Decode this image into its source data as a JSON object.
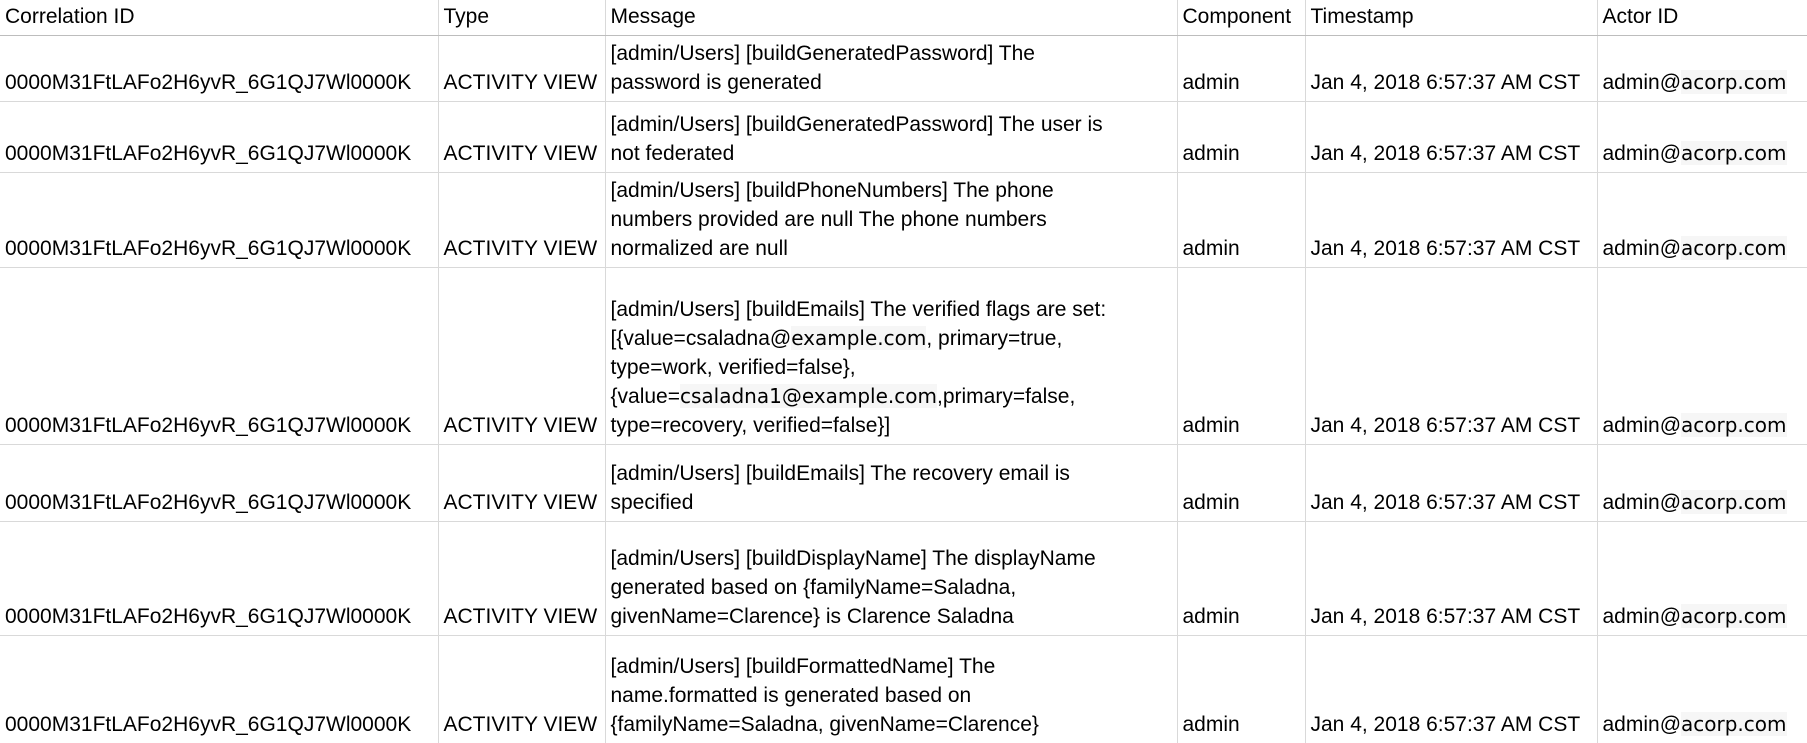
{
  "table": {
    "columns": [
      {
        "id": "correlation_id",
        "label": "Correlation ID"
      },
      {
        "id": "type",
        "label": "Type"
      },
      {
        "id": "message",
        "label": "Message"
      },
      {
        "id": "component",
        "label": "Component"
      },
      {
        "id": "timestamp",
        "label": "Timestamp"
      },
      {
        "id": "actor_id",
        "label": "Actor ID"
      }
    ],
    "rows": [
      {
        "correlation_id": "0000M31FtLAFo2H6yvR_6G1QJ7Wl0000K",
        "type": "ACTIVITY VIEW",
        "message_lines": [
          [
            {
              "text": "[admin/Users] [buildGeneratedPassword] The"
            }
          ],
          [
            {
              "text": "password is generated"
            }
          ]
        ],
        "component": "admin",
        "timestamp": "Jan 4, 2018 6:57:37 AM CST",
        "actor_id": [
          {
            "text": "admin@"
          },
          {
            "text": "acorp.com",
            "redacted": true
          }
        ]
      },
      {
        "correlation_id": "0000M31FtLAFo2H6yvR_6G1QJ7Wl0000K",
        "type": "ACTIVITY VIEW",
        "message_lines": [
          [
            {
              "text": "[admin/Users] [buildGeneratedPassword] The user is"
            }
          ],
          [
            {
              "text": "not federated"
            }
          ]
        ],
        "component": "admin",
        "timestamp": "Jan 4, 2018 6:57:37 AM CST",
        "actor_id": [
          {
            "text": "admin@"
          },
          {
            "text": "acorp.com",
            "redacted": true
          }
        ]
      },
      {
        "correlation_id": "0000M31FtLAFo2H6yvR_6G1QJ7Wl0000K",
        "type": "ACTIVITY VIEW",
        "message_lines": [
          [
            {
              "text": "[admin/Users] [buildPhoneNumbers] The phone"
            }
          ],
          [
            {
              "text": "numbers provided are null The phone numbers"
            }
          ],
          [
            {
              "text": "normalized are null"
            }
          ]
        ],
        "component": "admin",
        "timestamp": "Jan 4, 2018 6:57:37 AM CST",
        "actor_id": [
          {
            "text": "admin@"
          },
          {
            "text": "acorp.com",
            "redacted": true
          }
        ]
      },
      {
        "correlation_id": "0000M31FtLAFo2H6yvR_6G1QJ7Wl0000K",
        "type": "ACTIVITY VIEW",
        "message_lines": [
          [
            {
              "text": "[admin/Users] [buildEmails] The verified flags are set:"
            }
          ],
          [
            {
              "text": "[{value=csaladna@"
            },
            {
              "text": "example.com",
              "redacted": true
            },
            {
              "text": ", primary=true,"
            }
          ],
          [
            {
              "text": "type=work, verified=false},"
            }
          ],
          [
            {
              "text": "{value="
            },
            {
              "text": "csaladna1@example.com",
              "redacted": true
            },
            {
              "text": ",primary=false,"
            }
          ],
          [
            {
              "text": "type=recovery, verified=false}]"
            }
          ]
        ],
        "component": "admin",
        "timestamp": "Jan 4, 2018 6:57:37 AM CST",
        "actor_id": [
          {
            "text": "admin@"
          },
          {
            "text": "acorp.com",
            "redacted": true
          }
        ]
      },
      {
        "correlation_id": "0000M31FtLAFo2H6yvR_6G1QJ7Wl0000K",
        "type": "ACTIVITY VIEW",
        "message_lines": [
          [
            {
              "text": "[admin/Users] [buildEmails] The recovery email is"
            }
          ],
          [
            {
              "text": "specified"
            }
          ]
        ],
        "component": "admin",
        "timestamp": "Jan 4, 2018 6:57:37 AM CST",
        "actor_id": [
          {
            "text": "admin@"
          },
          {
            "text": "acorp.com",
            "redacted": true
          }
        ]
      },
      {
        "correlation_id": "0000M31FtLAFo2H6yvR_6G1QJ7Wl0000K",
        "type": "ACTIVITY VIEW",
        "message_lines": [
          [
            {
              "text": "[admin/Users] [buildDisplayName] The displayName"
            }
          ],
          [
            {
              "text": "generated based on {familyName=Saladna,"
            }
          ],
          [
            {
              "text": "givenName=Clarence} is Clarence Saladna"
            }
          ]
        ],
        "component": "admin",
        "timestamp": "Jan 4, 2018 6:57:37 AM CST",
        "actor_id": [
          {
            "text": "admin@"
          },
          {
            "text": "acorp.com",
            "redacted": true
          }
        ]
      },
      {
        "correlation_id": "0000M31FtLAFo2H6yvR_6G1QJ7Wl0000K",
        "type": "ACTIVITY VIEW",
        "message_lines": [
          [
            {
              "text": "[admin/Users] [buildFormattedName] The"
            }
          ],
          [
            {
              "text": "name.formatted is generated based on"
            }
          ],
          [
            {
              "text": "{familyName=Saladna, givenName=Clarence}"
            }
          ]
        ],
        "component": "admin",
        "timestamp": "Jan 4, 2018 6:57:37 AM CST",
        "actor_id": [
          {
            "text": "admin@"
          },
          {
            "text": "acorp.com",
            "redacted": true
          }
        ]
      }
    ]
  },
  "colors": {
    "text": "#000000",
    "grid_line": "#d9d9d9",
    "header_underline": "#bdbdbd",
    "redaction_patch_bg": "#f6f6f6"
  }
}
